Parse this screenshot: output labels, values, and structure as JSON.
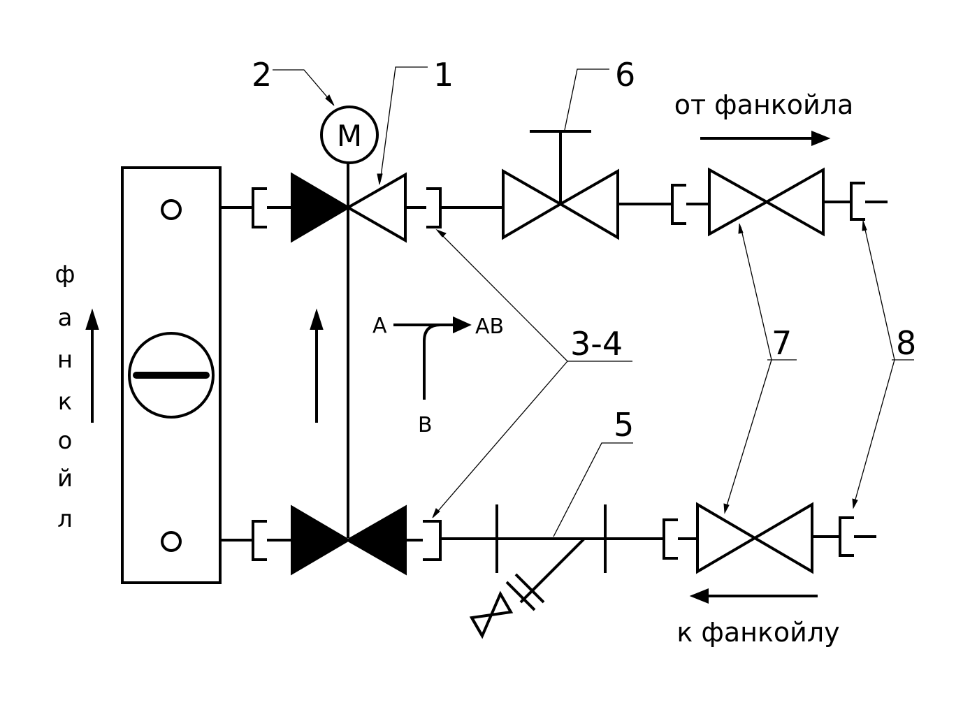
{
  "labels": {
    "valve_3way": "1",
    "actuator": "2",
    "unions": "3-4",
    "filter": "5",
    "balancing_valve": "6",
    "ball_valves": "7",
    "connectors": "8"
  },
  "motor_letter": "М",
  "ports": {
    "a": "A",
    "ab": "AB",
    "b": "B"
  },
  "flow": {
    "from_fancoil": "от фанкойла",
    "to_fancoil": "к фанкойлу"
  },
  "vertical_letters": [
    "ф",
    "а",
    "н",
    "к",
    "о",
    "й",
    "л"
  ]
}
